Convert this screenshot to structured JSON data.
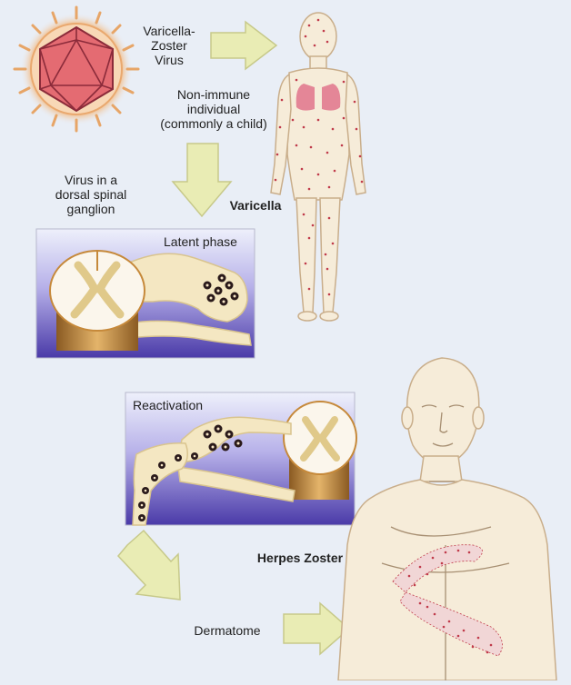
{
  "labels": {
    "virus_line1": "Varicella-",
    "virus_line2": "Zoster",
    "virus_line3": "Virus",
    "host_line1": "Non-immune",
    "host_line2": "individual",
    "host_line3": "(commonly a child)",
    "ganglion_line1": "Virus in a",
    "ganglion_line2": "dorsal spinal",
    "ganglion_line3": "ganglion",
    "varicella": "Varicella",
    "latent": "Latent phase",
    "reactivation": "Reactivation",
    "herpes": "Herpes Zoster",
    "dermatome": "Dermatome"
  },
  "colors": {
    "background": "#e9eef6",
    "arrow_fill": "#e9ecb4",
    "arrow_stroke": "#c7c98a",
    "skin": "#f6ecd9",
    "skin_outline": "#c9ae8b",
    "spots": "#c03a4a",
    "lungs": "#e27b8f",
    "panel_purple": "#6c5cc4",
    "nerve": "#f4e7c2",
    "cord_gold": "#c6893a",
    "virus_red": "#e46b72"
  }
}
